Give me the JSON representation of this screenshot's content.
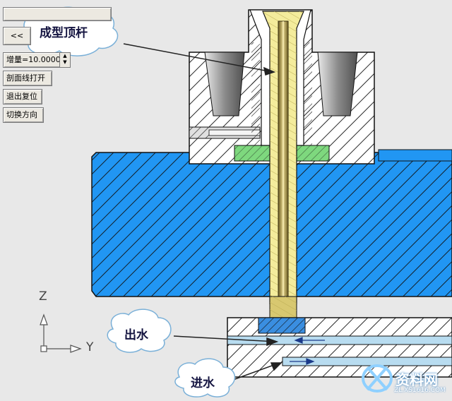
{
  "toolbar": {
    "nav_left": "<<",
    "increment_label": "增量=10.0000",
    "section_toggle": "剖面线打开",
    "exit_reset": "退出复位",
    "switch_direction": "切换方向"
  },
  "callouts": {
    "ejector_pin": "成型顶杆",
    "water_out": "出水",
    "water_in": "进水"
  },
  "axes": {
    "z": "Z",
    "y": "Y"
  },
  "watermark": {
    "brand": "资料网",
    "url": "ZL.XS1616.COM"
  },
  "colors": {
    "blue_plate": "#2196f3",
    "pin_yellow": "#f4ec9c",
    "seal_green": "#7ed87e",
    "channel_blue": "#b8dcf0",
    "cone_gray": "#888888"
  }
}
